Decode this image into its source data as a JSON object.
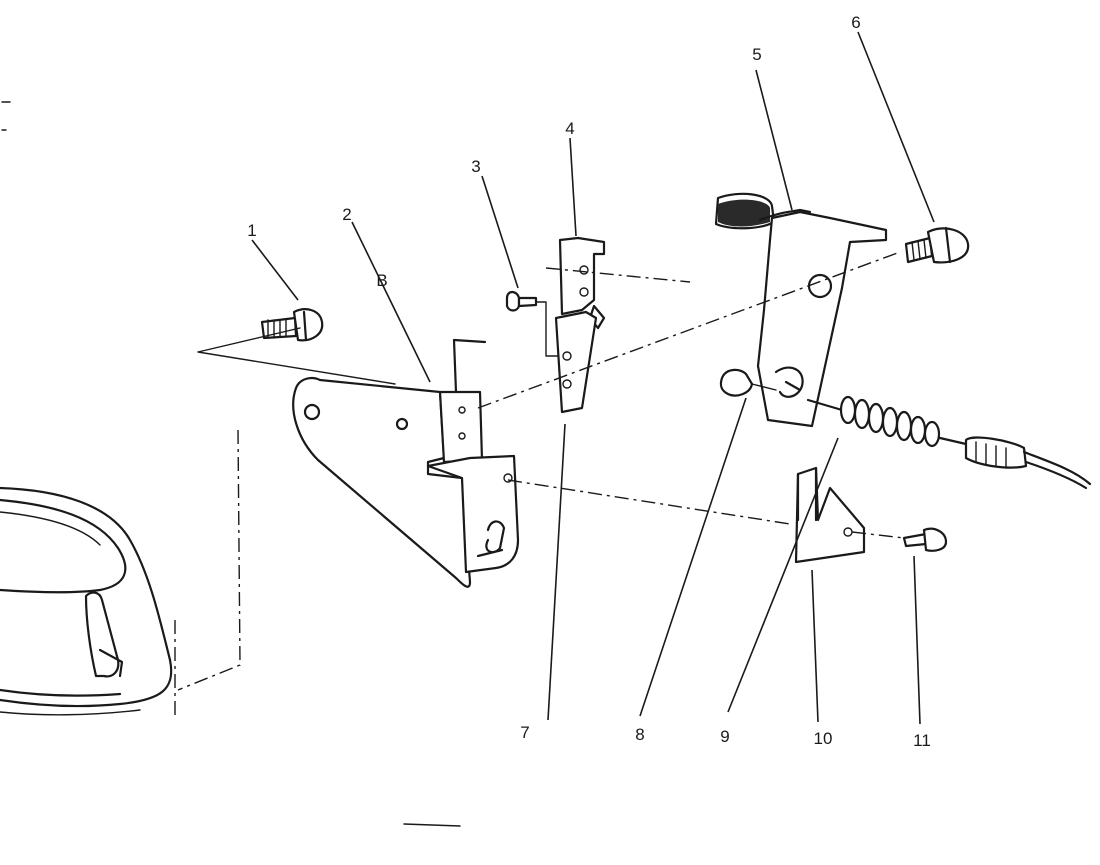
{
  "callouts": [
    {
      "label": "1"
    },
    {
      "label": "2"
    },
    {
      "label": "3"
    },
    {
      "label": "4"
    },
    {
      "label": "5"
    },
    {
      "label": "6"
    },
    {
      "label": "7"
    },
    {
      "label": "8"
    },
    {
      "label": "9"
    },
    {
      "label": "10"
    },
    {
      "label": "11"
    }
  ],
  "stamped_mark": "B",
  "colors": {
    "ink": "#1a1a1a",
    "paper": "#ffffff"
  }
}
